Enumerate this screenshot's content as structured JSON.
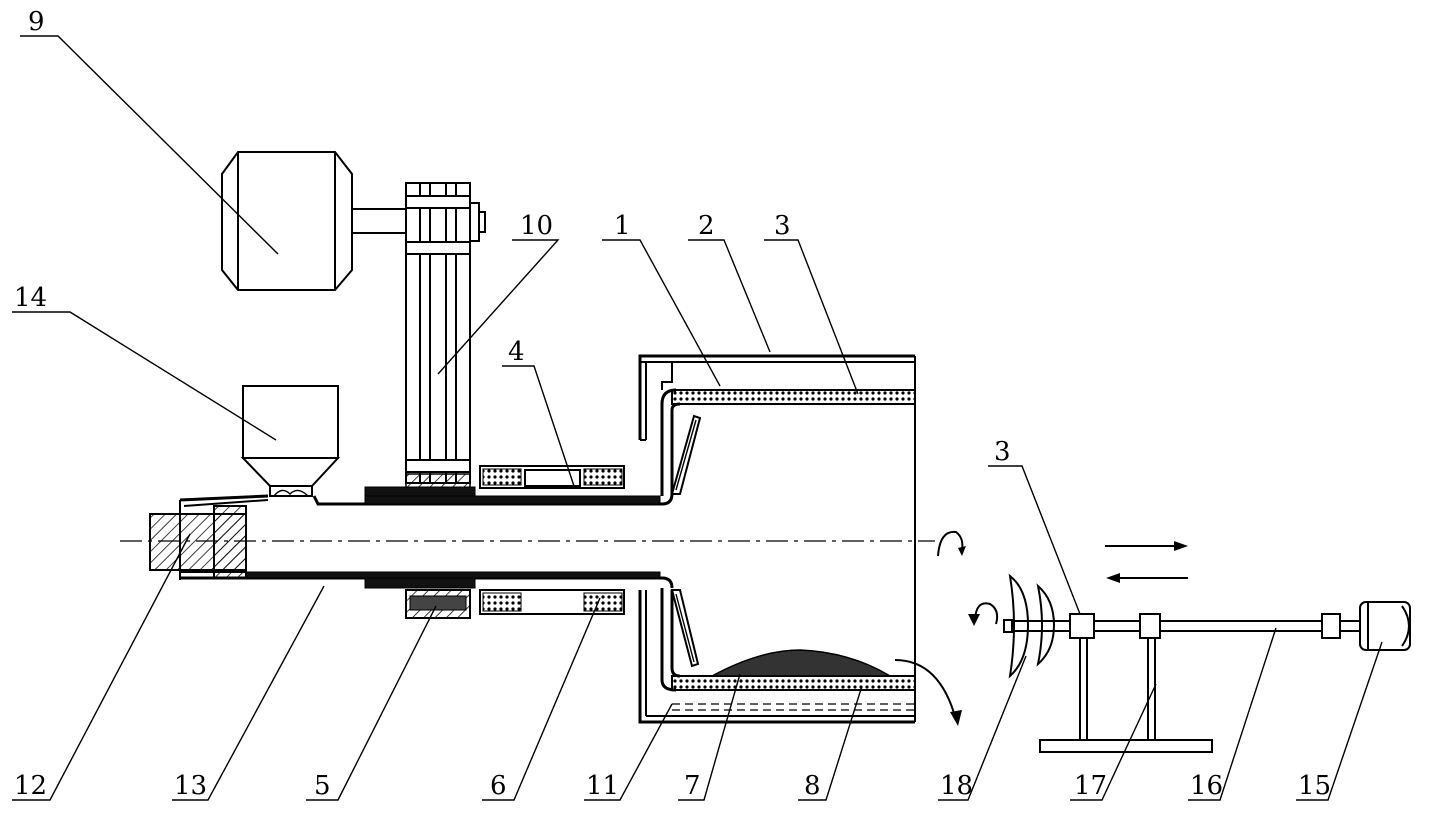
{
  "labels": {
    "l1": "1",
    "l2": "2",
    "l3a": "3",
    "l3b": "3",
    "l4": "4",
    "l5": "5",
    "l6": "6",
    "l7": "7",
    "l8": "8",
    "l9": "9",
    "l10": "10",
    "l11": "11",
    "l12": "12",
    "l13": "13",
    "l14": "14",
    "l15": "15",
    "l16": "16",
    "l17": "17",
    "l18": "18"
  }
}
